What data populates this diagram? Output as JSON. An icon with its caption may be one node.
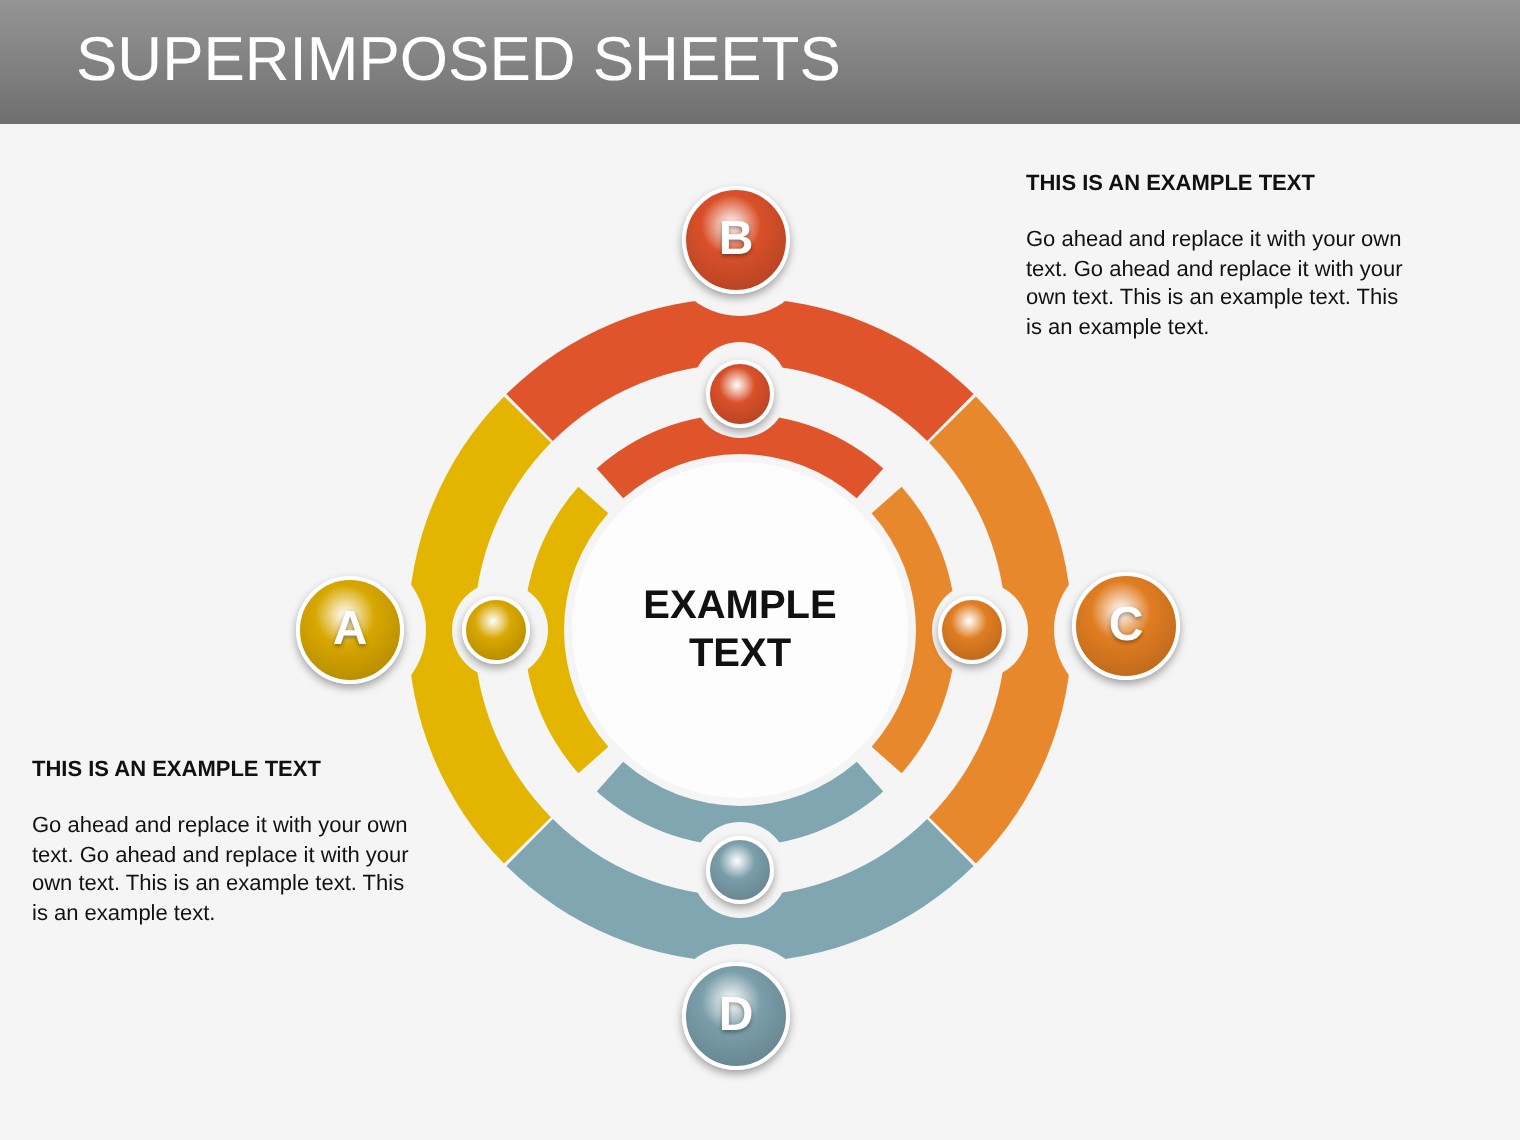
{
  "diagram": {
    "title": "SUPERIMPOSED SHEETS",
    "nodes": [
      {
        "text": [
          "B"
        ]
      },
      {
        "text": [],
        "shape": "circle"
      },
      {
        "text": [
          "A"
        ]
      },
      {
        "text": [],
        "shape": "circle"
      },
      {
        "text": [
          "EXAMPLE TEXT"
        ]
      },
      {
        "text": [],
        "shape": "circle"
      },
      {
        "text": [
          "C"
        ]
      },
      {
        "text": [],
        "shape": "circle"
      },
      {
        "text": [
          "D"
        ]
      }
    ],
    "edges": [],
    "labels": [
      "THIS IS AN EXAMPLE TEXT",
      "Go ahead and replace it with your own text. Go ahead and replace it with your own text. This is an example text. This is an example text.",
      "THIS IS AN EXAMPLE TEXT",
      "Go ahead and replace it with your own text. Go ahead and replace it with your own text. This is an example text. This is an example text."
    ]
  }
}
